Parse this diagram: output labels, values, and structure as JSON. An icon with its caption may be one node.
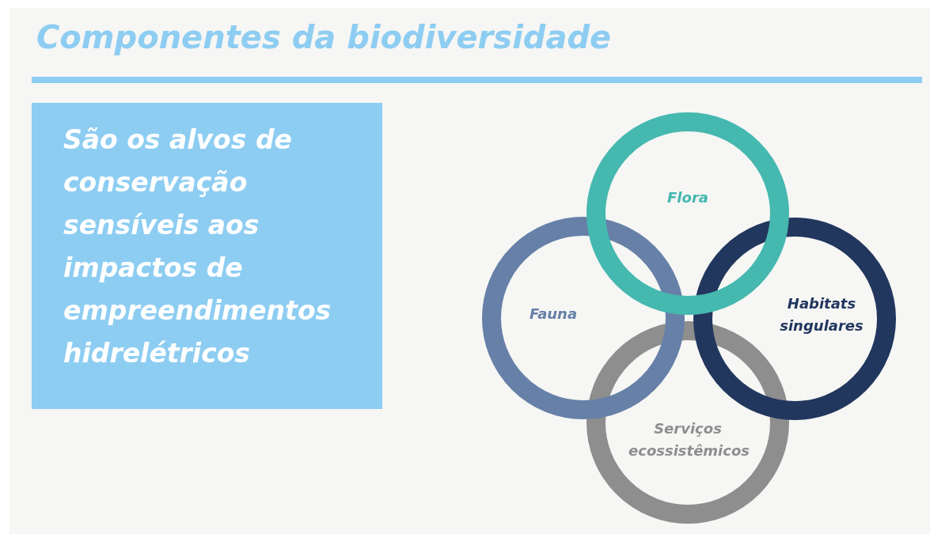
{
  "diagram": {
    "title": "Componentes da biodiversidade",
    "nodes": [
      {
        "text": [
          "São os alvos de conservação sensíveis aos impactos de empreendimentos hidrelétricos"
        ]
      },
      {
        "text": [
          "Flora"
        ]
      },
      {
        "text": [
          "Fauna"
        ]
      },
      {
        "text": [
          "Habitats singulares"
        ]
      },
      {
        "text": [
          "Serviços ecossistêmicos"
        ]
      }
    ]
  }
}
